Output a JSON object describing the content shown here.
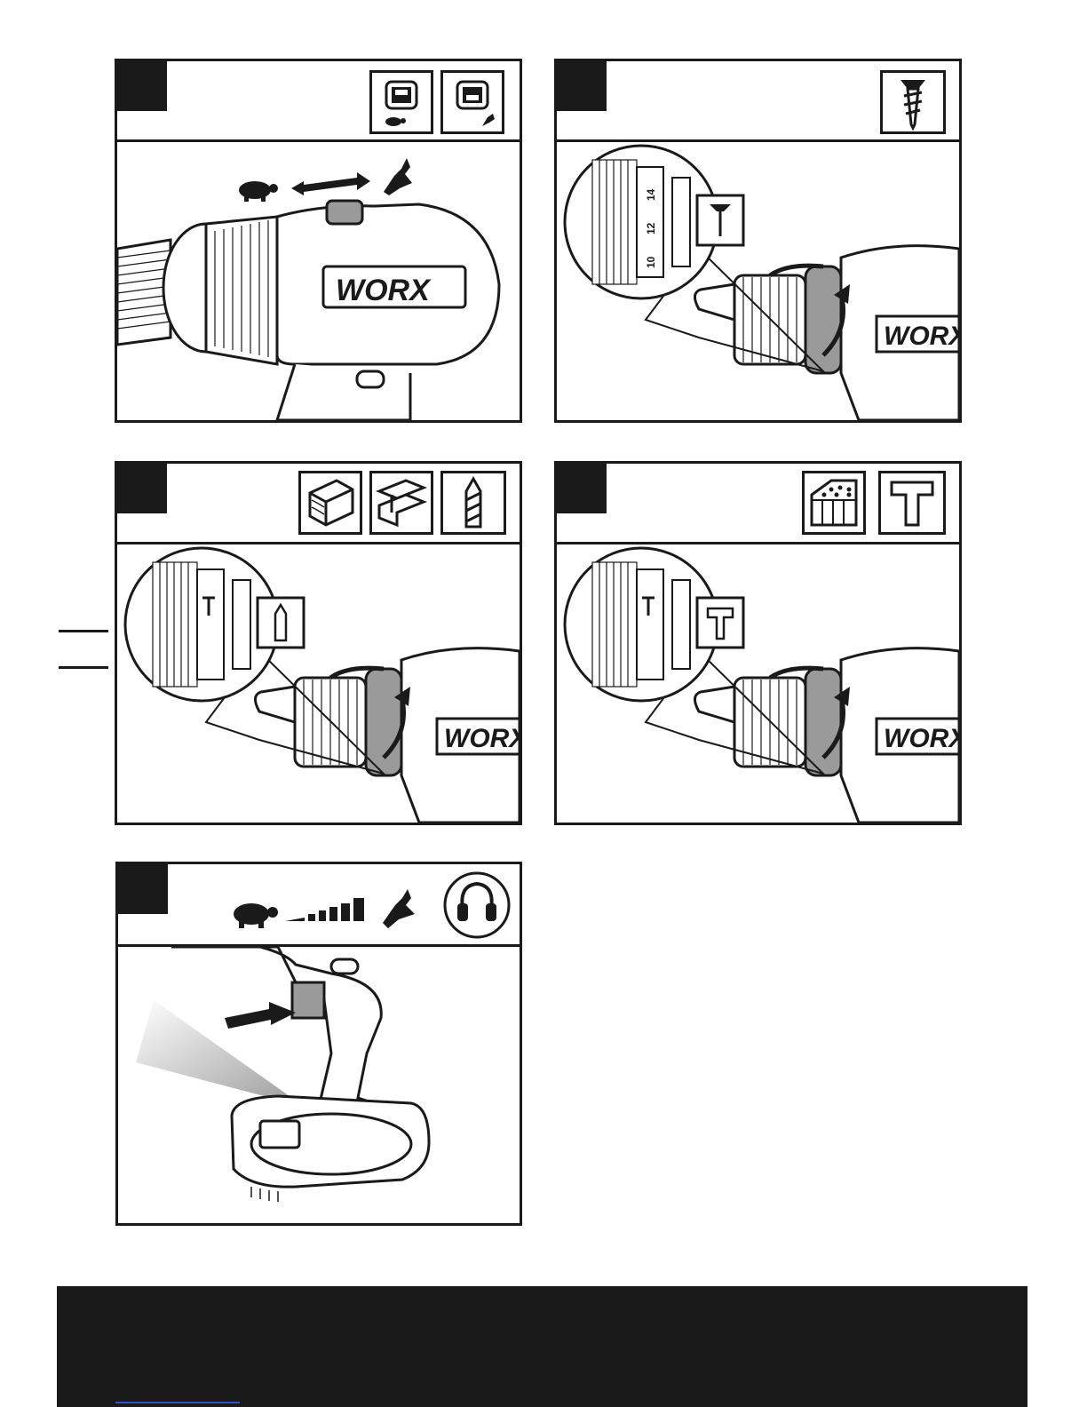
{
  "brand": "WORX",
  "panels": [
    {
      "id": "speed-selector",
      "icons": [
        "low-speed-switch-icon",
        "high-speed-switch-icon"
      ]
    },
    {
      "id": "screwdriving-mode",
      "icons": [
        "screw-icon"
      ],
      "dial_numbers": [
        "10",
        "12",
        "14"
      ]
    },
    {
      "id": "drilling-mode",
      "icons": [
        "wood-icon",
        "metal-icon",
        "drill-bit-icon"
      ]
    },
    {
      "id": "hammer-mode",
      "icons": [
        "masonry-icon",
        "hammer-icon"
      ]
    },
    {
      "id": "trigger-speed",
      "icons": [
        "tortoise-icon",
        "speed-bars-icon",
        "hare-icon",
        "ear-protection-icon"
      ]
    }
  ],
  "colors": {
    "ink": "#1a1a1a",
    "paper": "#ffffff",
    "gray": "#9a9a9a"
  }
}
